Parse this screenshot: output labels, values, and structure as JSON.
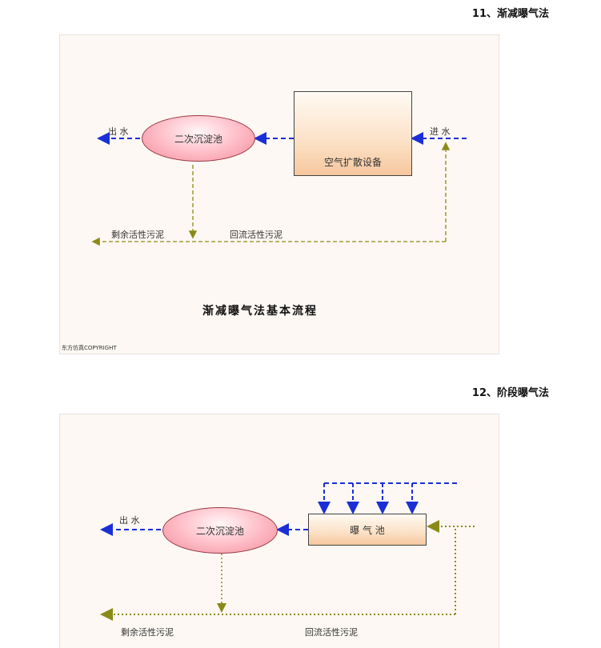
{
  "section1": {
    "title": "11、渐减曝气法",
    "clarifier": "二次沉淀池",
    "aeration": "空气扩散设备",
    "inlet": "进 水",
    "outlet": "出 水",
    "return_sludge": "回流活性污泥",
    "excess_sludge": "剩余活性污泥",
    "caption": "渐减曝气法基本流程",
    "copyright": "东方仿真COPYRIGHT"
  },
  "section2": {
    "title": "12、阶段曝气法",
    "clarifier": "二次沉淀池",
    "aeration": "曝 气 池",
    "outlet": "出 水",
    "return_sludge": "回流活性污泥",
    "excess_sludge": "剩余活性污泥"
  },
  "colors": {
    "water_line": "#1a2fd6",
    "sludge_line": "#8a8a18",
    "panel_bg": "#fdf8f4"
  }
}
